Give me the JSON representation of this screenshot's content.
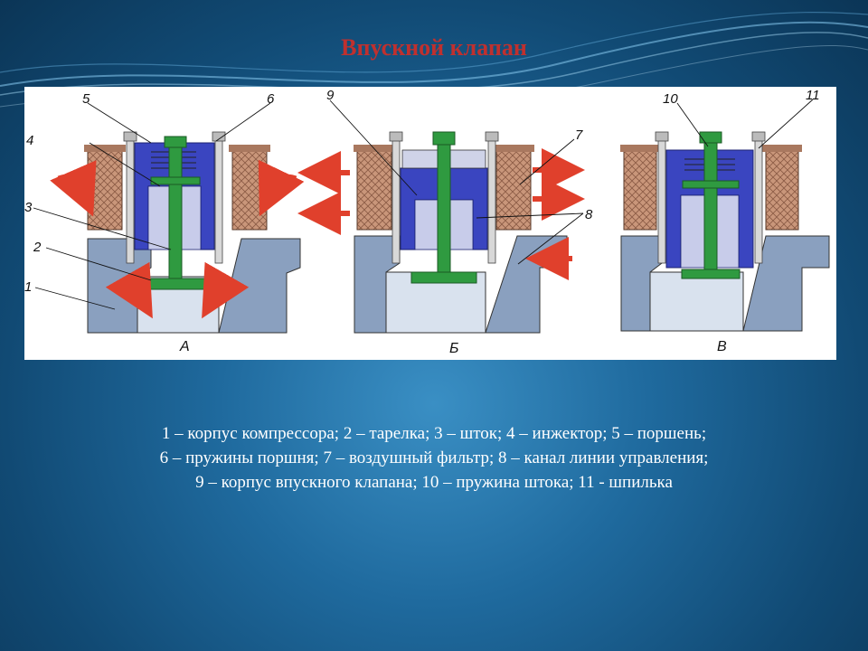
{
  "slide": {
    "title": "Впускной клапан",
    "panels": [
      {
        "label": "А"
      },
      {
        "label": "Б"
      },
      {
        "label": "В"
      }
    ],
    "callouts": [
      "1",
      "2",
      "3",
      "4",
      "5",
      "6",
      "7",
      "8",
      "9",
      "10",
      "11"
    ],
    "legend": [
      "1 – корпус компрессора; 2 – тарелка; 3 – шток; 4 – инжектор; 5 – поршень;",
      "6 – пружины поршня; 7 – воздушный фильтр; 8 – канал линии управления;",
      "9 – корпус впускного клапана; 10 – пружина штока; 11 - шпилька"
    ]
  },
  "colors": {
    "title": "#c0302e",
    "filter": "#c9967a",
    "valve_body": "#3a45c0",
    "stem": "#2f9a40",
    "housing": "#7c93b4",
    "arrow": "#e0402c"
  }
}
